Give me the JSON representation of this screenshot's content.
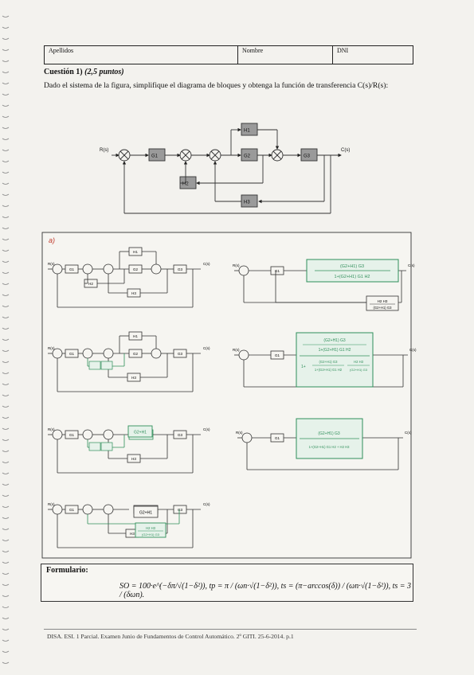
{
  "header": {
    "apellidos": "Apellidos",
    "nombre": "Nombre",
    "dni": "DNI"
  },
  "question": {
    "title": "Cuestión 1)",
    "points": "(2,5 puntos)",
    "text": "Dado el sistema de la figura, simplifique el diagrama de bloques y obtenga la función de transferencia C(s)/R(s):"
  },
  "diagram": {
    "input": "R(s)",
    "output": "C(s)",
    "g1": "G1",
    "g2": "G2",
    "g3": "G3",
    "h1": "H1",
    "h2": "H2",
    "h3": "H3"
  },
  "handwritten": {
    "part": "a)",
    "r": "R(s)",
    "c": "C(s)",
    "g1": "G1",
    "g2": "G2",
    "g3": "G3",
    "h1": "H1",
    "h2": "H2",
    "h3": "H3",
    "h2h3": "H2 H3",
    "h1g2": "H1 H2",
    "sum_g2h1": "G2+H1",
    "fb_num": "H2 H3",
    "fb_den": "(G2+H1) G3",
    "tf_num": "(G2+H1) G3",
    "tf_den": "1+(G2+H1) G1 H2",
    "f3_top": "(G2+H1) G3",
    "f3_mid": "1+(G2+H1) G1 H2",
    "f3_low1": "(G2+H1) G3",
    "f3_low2": "H2 H3",
    "f3_low_left": "1+",
    "f3_low_den": "1+(G2+H1) G1 H2",
    "f3_low_den2": "(G2+H1) G3",
    "final_num": "(G2+H1) G3",
    "final_den": "1+(G2+H1) G1 H2 + H2 H3"
  },
  "formulario": {
    "title": "Formulario:",
    "equation": "SO = 100·e^(−δπ/√(1−δ²)),  tp = π / (ωn·√(1−δ²)),  ts = (π−arccos(δ)) / (ωn·√(1−δ²)),  ts = 3 / (δωn)."
  },
  "footer": "DISA. ESI. 1 Parcial. Examen Junio de Fundamentos de Control Automático. 2º GITI. 25-6-2014. p.1",
  "colors": {
    "green": "#2f8f5a",
    "box_fill": "#9a9a9a",
    "red": "#c0392b"
  }
}
